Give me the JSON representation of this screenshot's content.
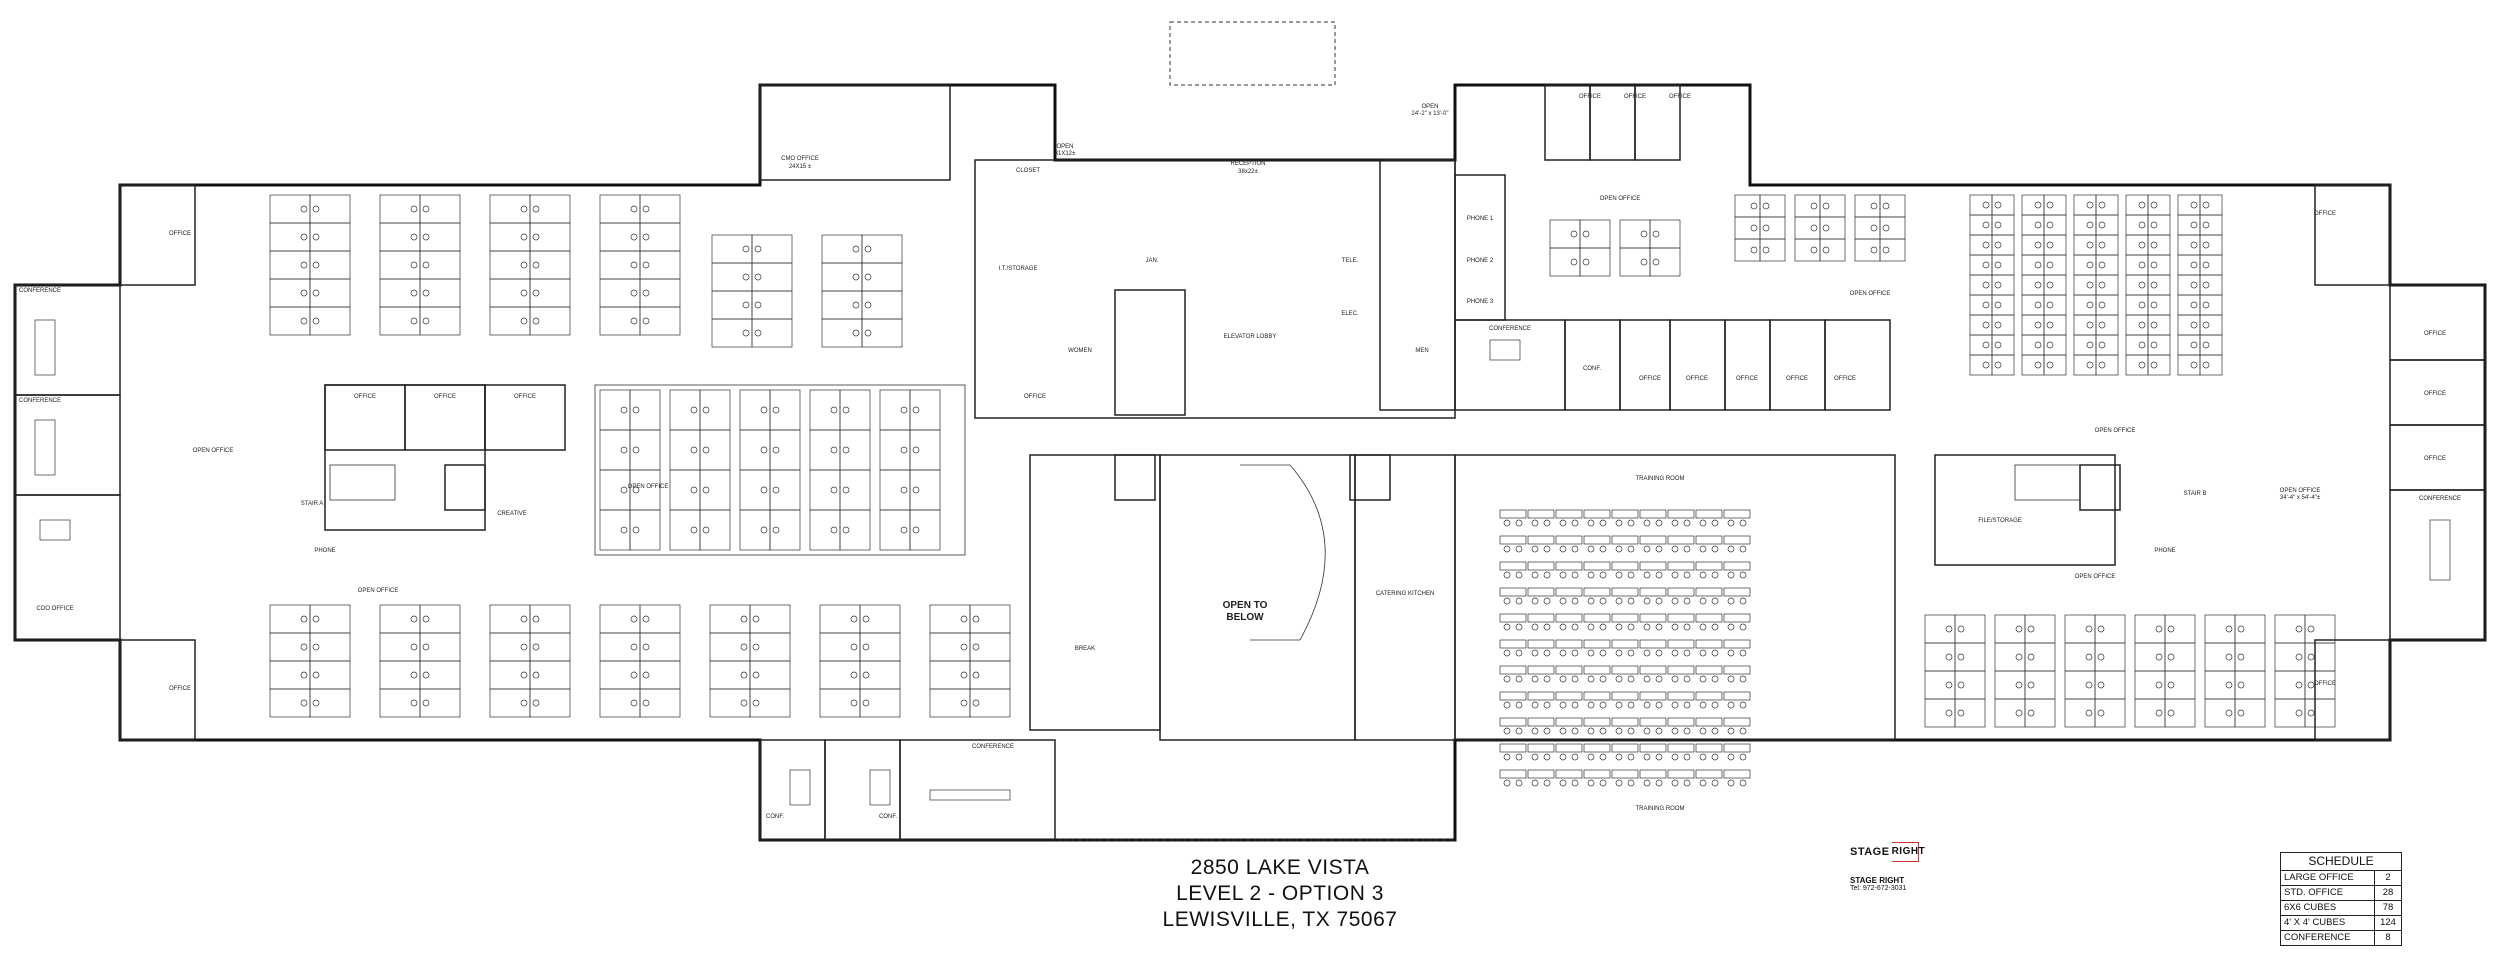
{
  "title_block": {
    "line1": "2850 LAKE VISTA",
    "line2": "LEVEL 2 - OPTION 3",
    "line3": "LEWISVILLE, TX  75067"
  },
  "brand": {
    "logo_text": "STAGE",
    "logo_box": "RIGHT",
    "name": "STAGE RIGHT",
    "tel": "Tel: 972-672-3031"
  },
  "schedule": {
    "title": "SCHEDULE",
    "rows": [
      {
        "label": "LARGE OFFICE",
        "count": "2"
      },
      {
        "label": "STD. OFFICE",
        "count": "28"
      },
      {
        "label": "6X6 CUBES",
        "count": "78"
      },
      {
        "label": "4' X 4' CUBES",
        "count": "124"
      },
      {
        "label": "CONFERENCE",
        "count": "8"
      }
    ]
  },
  "rooms": {
    "cmo_office": "CMO OFFICE",
    "cmo_size": "24X15 ±",
    "open_top": "OPEN",
    "open_top_size": "31X12±",
    "reception": "RECEPTION",
    "reception_size": "38x22±",
    "open_right_top": "OPEN",
    "open_right_top_size": "24'-2\" x 13'-0\"",
    "office": "OFFICE",
    "closet": "CLOSET",
    "it_storage": "I.T./STORAGE",
    "women": "WOMEN",
    "men": "MEN",
    "jan": "JAN.",
    "tele": "TELE.",
    "elec": "ELEC.",
    "elevator_lobby": "ELEVATOR LOBBY",
    "phone_1": "PHONE 1",
    "phone_2": "PHONE 2",
    "phone_3": "PHONE 3",
    "conference": "CONFERENCE",
    "conf": "CONF.",
    "open_office": "OPEN OFFICE",
    "coo_office": "COO OFFICE",
    "creative": "CREATIVE",
    "stair_a": "STAIR A",
    "stair_b": "STAIR B",
    "phone": "PHONE",
    "break": "BREAK",
    "open_to_below_1": "OPEN TO",
    "open_to_below_2": "BELOW",
    "catering_kitchen": "CATERING KITCHEN",
    "training_room": "TRAINING ROOM",
    "file_storage": "FILE/STORAGE",
    "open_office_right": "OPEN OFFICE",
    "open_office_right_size": "34'-4\" x 54'-4\"±"
  }
}
